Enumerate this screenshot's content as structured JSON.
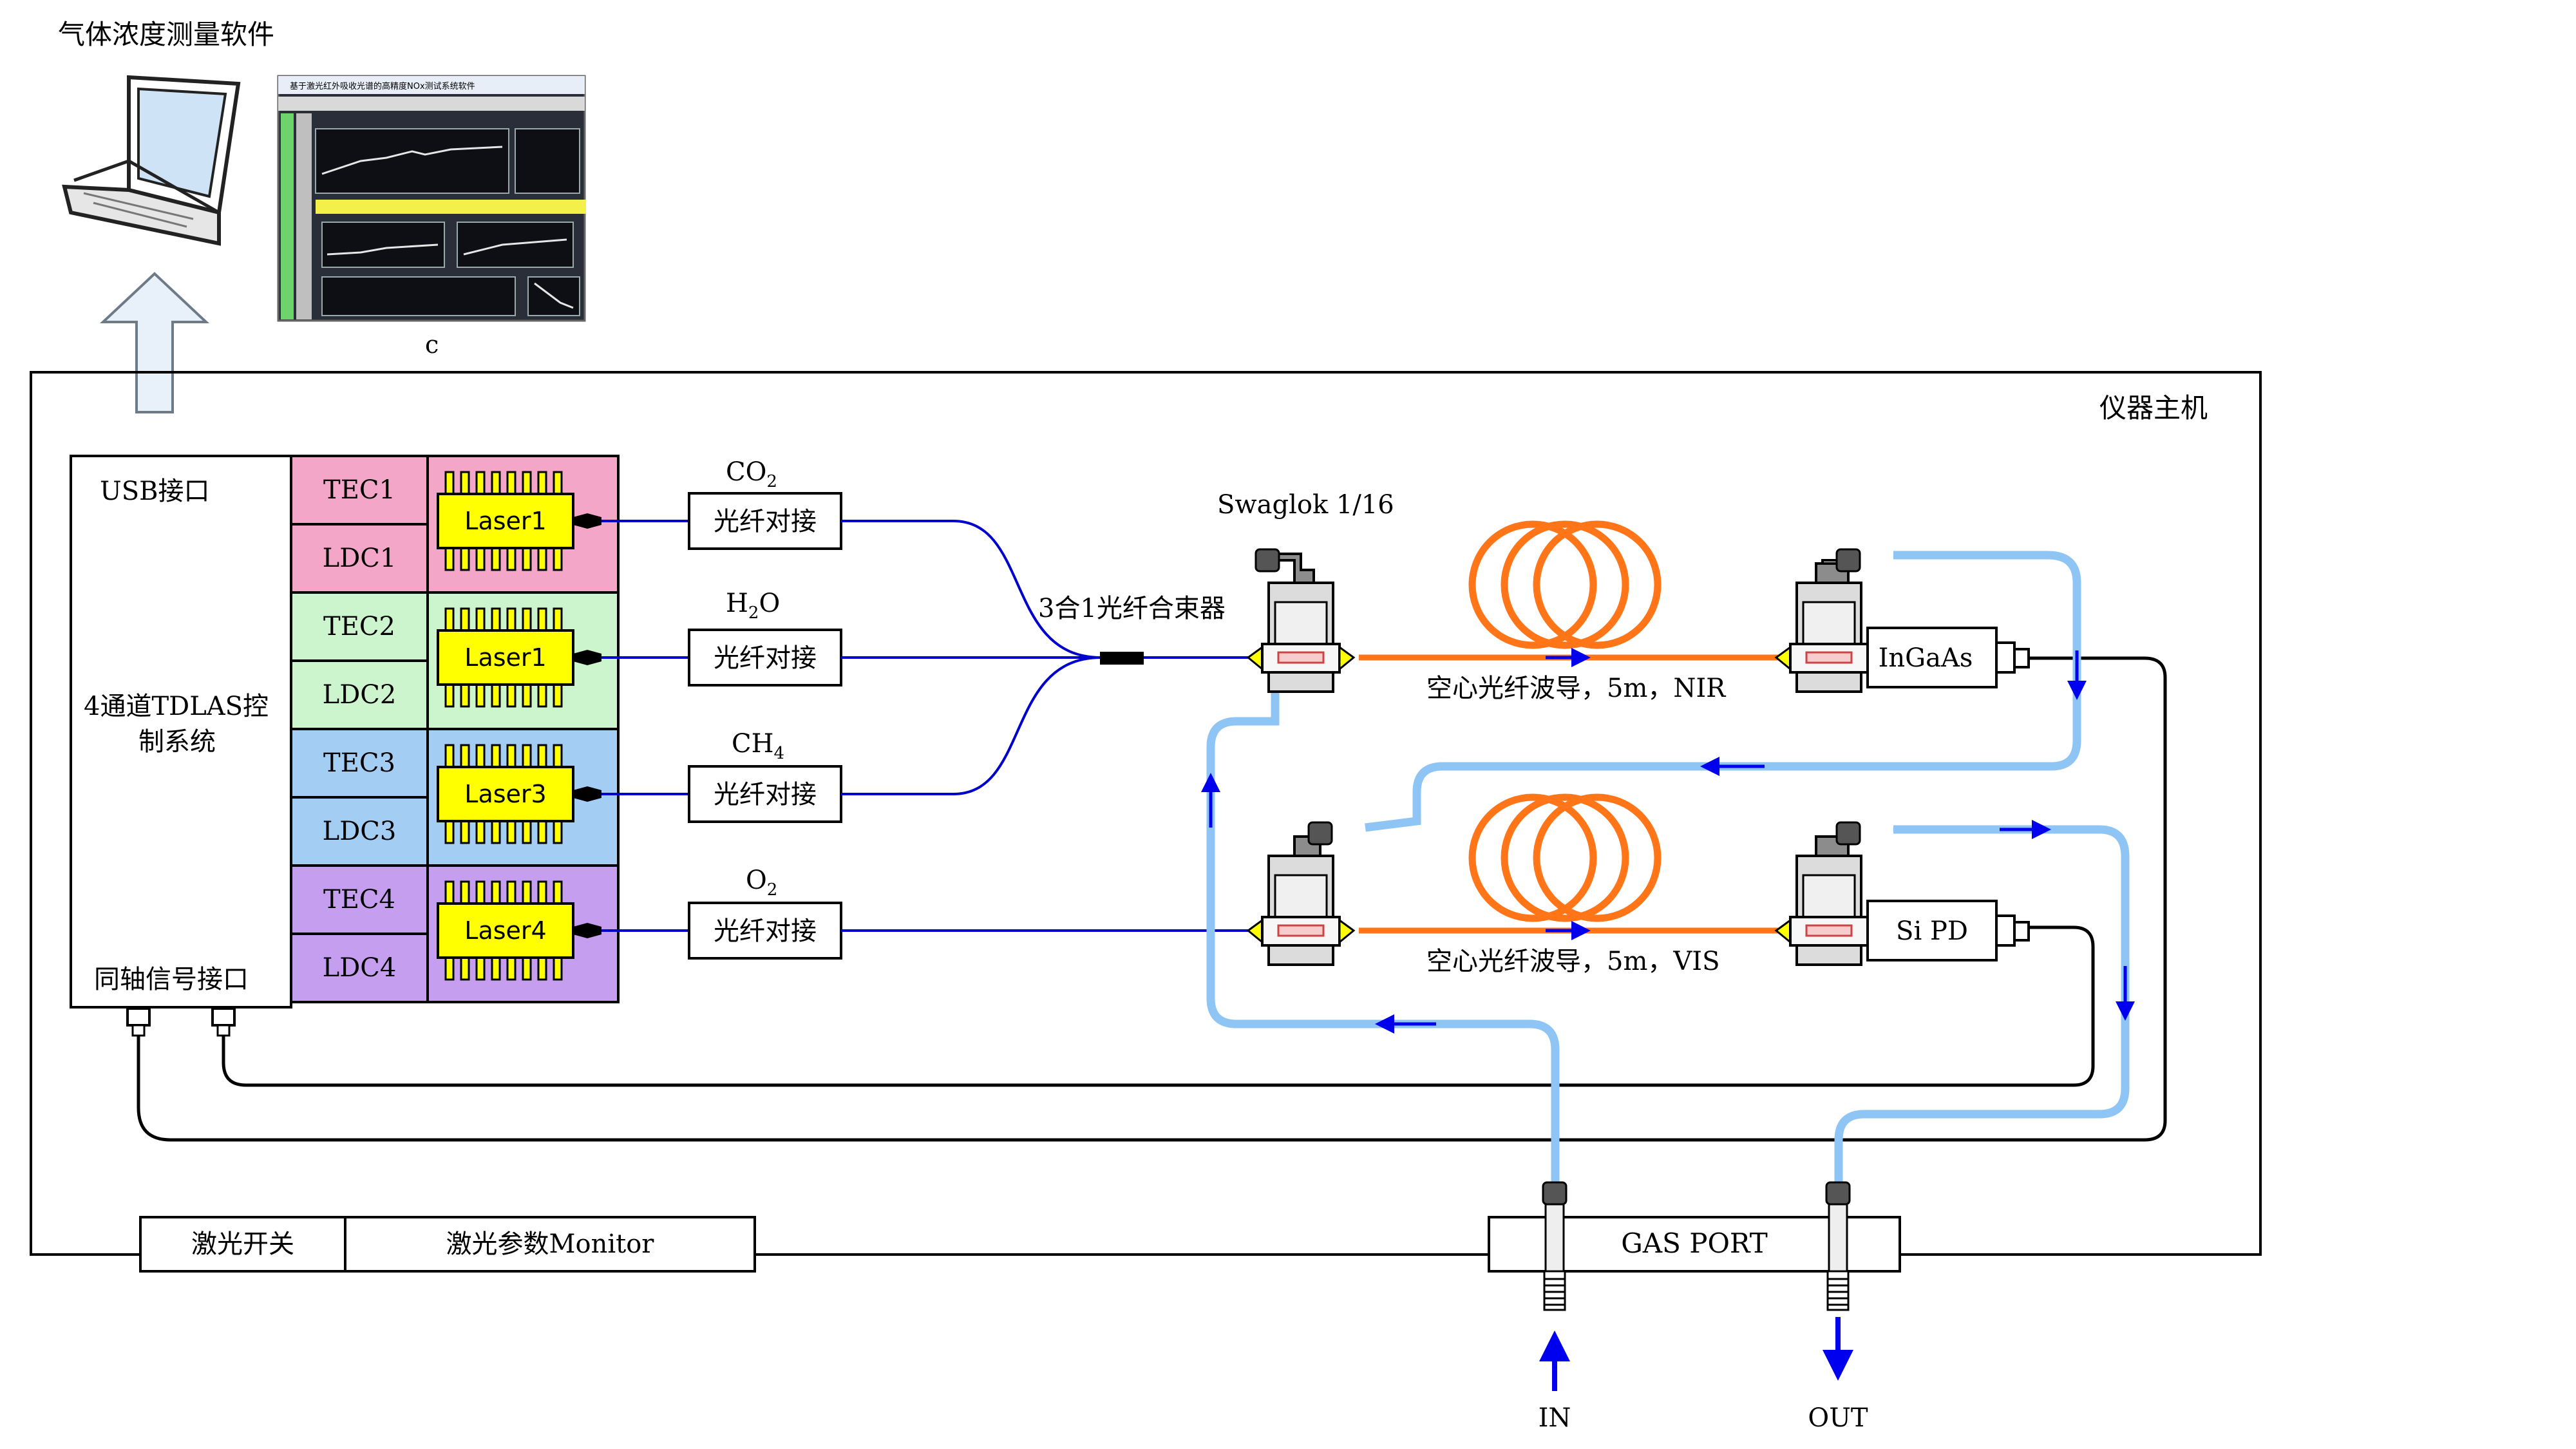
{
  "software": {
    "caption": "气体浓度测量软件",
    "screenshot_title": "基于激光红外吸收光谱的高精度NOx测试系统软件",
    "label_c": "c"
  },
  "host": {
    "title": "仪器主机"
  },
  "control": {
    "usb": "USB接口",
    "system_line1": "4通道TDLAS控",
    "system_line2": "制系统",
    "coax": "同轴信号接口"
  },
  "channels": [
    {
      "tec": "TEC1",
      "ldc": "LDC1",
      "laser": "Laser1",
      "gas_main": "CO",
      "gas_sub": "2",
      "coupler": "光纤对接"
    },
    {
      "tec": "TEC2",
      "ldc": "LDC2",
      "laser": "Laser1",
      "gas_main": "H",
      "gas_sub": "2",
      "gas_tail": "O",
      "coupler": "光纤对接"
    },
    {
      "tec": "TEC3",
      "ldc": "LDC3",
      "laser": "Laser3",
      "gas_main": "CH",
      "gas_sub": "4",
      "coupler": "光纤对接"
    },
    {
      "tec": "TEC4",
      "ldc": "LDC4",
      "laser": "Laser4",
      "gas_main": "O",
      "gas_sub": "2",
      "coupler": "光纤对接"
    }
  ],
  "combiner": {
    "label": "3合1光纤合束器"
  },
  "swagelok": {
    "label": "Swaglok 1/16"
  },
  "waveguides": [
    {
      "label": "空心光纤波导，5m，NIR",
      "detector": "InGaAs"
    },
    {
      "label": "空心光纤波导，5m，VIS",
      "detector": "Si PD"
    }
  ],
  "bottom_bar": {
    "laser_switch": "激光开关",
    "monitor": "激光参数Monitor"
  },
  "gas_port": {
    "label": "GAS PORT",
    "in": "IN",
    "out": "OUT"
  },
  "colors": {
    "tec1": "#f3a6c8",
    "tec2": "#cdf5cd",
    "tec3": "#a3cdf3",
    "tec4": "#c59ef0",
    "laser": "#ffff00",
    "fiber": "#0000cc",
    "hollow_fiber": "#ff7518",
    "gas_tube": "#8ec5f4",
    "arrow": "#0000ee"
  }
}
